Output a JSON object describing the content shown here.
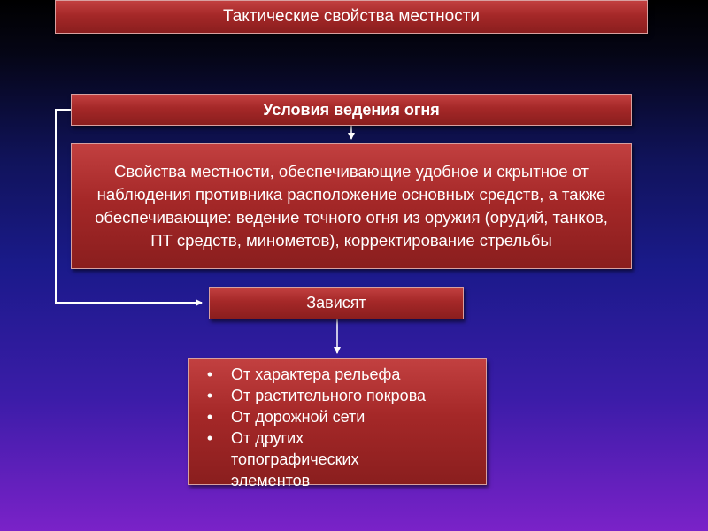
{
  "title": "Тактические свойства местности",
  "conditions": "Условия ведения огня",
  "description": "Свойства местности, обеспечивающие удобное и скрытное от наблюдения противника расположение основных средств, а также обеспечивающие: ведение точного огня из оружия (орудий, танков, ПТ средств, минометов), корректирование стрельбы",
  "depends": "Зависят",
  "factors": [
    "От характера рельефа",
    "От растительного покрова",
    "От дорожной сети",
    "От других топографических элементов"
  ],
  "bullet": "•"
}
